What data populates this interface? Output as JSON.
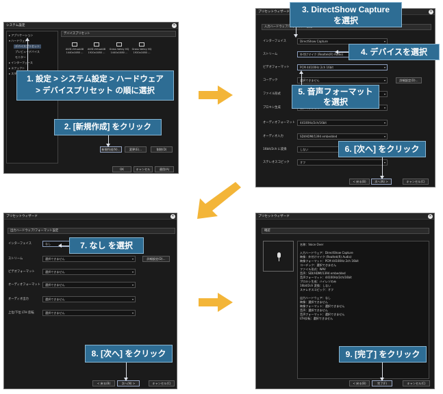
{
  "panel1": {
    "title": "システム設定",
    "tree": [
      "アプリケーション",
      "ハードウェア",
      "デバイスプリセット",
      "プレビューデバイス",
      "モニター",
      "インターフェース",
      "エフェクト",
      "スタイル"
    ],
    "section_title": "デバイスプリセット",
    "tiles": [
      {
        "name": "AVID-VirtualAB",
        "res": "1440x1080 ..."
      },
      {
        "name": "AVID-VirtualAB",
        "res": "1920x1080 ..."
      },
      {
        "name": "Grass Valley HQ",
        "res": "1440x1080 ..."
      },
      {
        "name": "Grass Valley HQ",
        "res": "1920x1080 ..."
      }
    ],
    "btn_new": "新規作成(N)...",
    "btn_change": "変更(E)...",
    "btn_delete": "削除(D)",
    "btn_ok": "OK",
    "btn_cancel": "キャンセル",
    "btn_apply": "適用(A)"
  },
  "panel2": {
    "title": "プリセットウィザード",
    "section": "入力ハードウェア/フォーマット設定",
    "rows": [
      {
        "label": "インターフェイス",
        "value": "DirectShow Capture"
      },
      {
        "label": "ストリーム",
        "value": "外付けマイク (Realtek(R) Audio)"
      },
      {
        "label": "ビデオフォーマット",
        "value": "PCM 44100Hz 2ch 16bit"
      },
      {
        "label": "コーデック",
        "value": "選択できません"
      },
      {
        "label": "ファイル形式",
        "value": "選択できません"
      },
      {
        "label": "プロキシ生成",
        "value": "選択できません"
      },
      {
        "label": "オーディオフォーマット",
        "value": "44100Hz/2ch/16bit"
      },
      {
        "label": "オーディオ入力",
        "value": "SDI/HDMI/1394 embedded"
      },
      {
        "label": "16bit/2ch に変換",
        "value": "しない"
      },
      {
        "label": "ステレオスコピック",
        "value": "オフ"
      }
    ],
    "detail_btn": "詳細設定(D)...",
    "btn_back": "< 戻る(B)",
    "btn_next": "次へ(N) >",
    "btn_cancel": "キャンセル(C)"
  },
  "panel3": {
    "title": "プリセットウィザード",
    "section": "出力ハードウェア/フォーマット設定",
    "rows": [
      {
        "label": "インターフェイス",
        "value": "なし"
      },
      {
        "label": "ストリーム",
        "value": "選択できません"
      },
      {
        "label": "ビデオフォーマット",
        "value": "選択できません"
      },
      {
        "label": "オーディオフォーマット",
        "value": "選択できません"
      },
      {
        "label": "オーディオ出力",
        "value": "選択できません"
      },
      {
        "label": "上位/下位 LTH 反転",
        "value": "選択できません"
      }
    ],
    "detail_btn": "詳細設定(D)...",
    "btn_back": "< 戻る(B)",
    "btn_next": "次へ(N) >",
    "btn_cancel": "キャンセル(C)"
  },
  "panel4": {
    "title": "プリセットウィザード",
    "section": "確認",
    "summary": [
      "名称：Voice Over",
      "",
      "入力ハードウェア：DirectShow Capture",
      "映像：外付けマイク (Realtek(R) Audio)",
      "映像フォーマット：PCM 44100Hz 2ch 16bit",
      "コーデック：選択できません",
      "ファイル形式：WAV",
      "音声：SDI/HDMI/1394 embedded",
      "音声フォーマット：44100Hz/2ch/16bit",
      "プロキシ生成：ハイレゾのみ",
      "16bit/2ch 変換：しない",
      "ステレオスコピック：オフ",
      "",
      "出力ハードウェア：なし",
      "映像：選択できません",
      "映像フォーマット：選択できません",
      "音声：選択できません",
      "音声フォーマット：選択できません",
      "LTH反転：選択できません"
    ],
    "btn_back": "< 戻る(B)",
    "btn_finish": "完了(F)",
    "btn_cancel": "キャンセル(C)"
  },
  "callouts": {
    "c1_line1": "1.  設定 > システム設定 > ハードウェア",
    "c1_line2": "> デバイスプリセット の順に選択",
    "c2": "2.  [新規作成] をクリック",
    "c3_line1": "3.  DirectShow Capture",
    "c3_line2": "を選択",
    "c4": "4.  デバイスを選択",
    "c5_line1": "5.  音声フォーマット",
    "c5_line2": "を選択",
    "c6": "6. [次へ] をクリック",
    "c7": "7.  なし を選択",
    "c8": "8. [次へ] をクリック",
    "c9": "9. [完了] をクリック"
  },
  "colors": {
    "callout_bg": "#2e6d94",
    "arrow": "#f3b538",
    "window_bg": "#1b1b1b"
  }
}
